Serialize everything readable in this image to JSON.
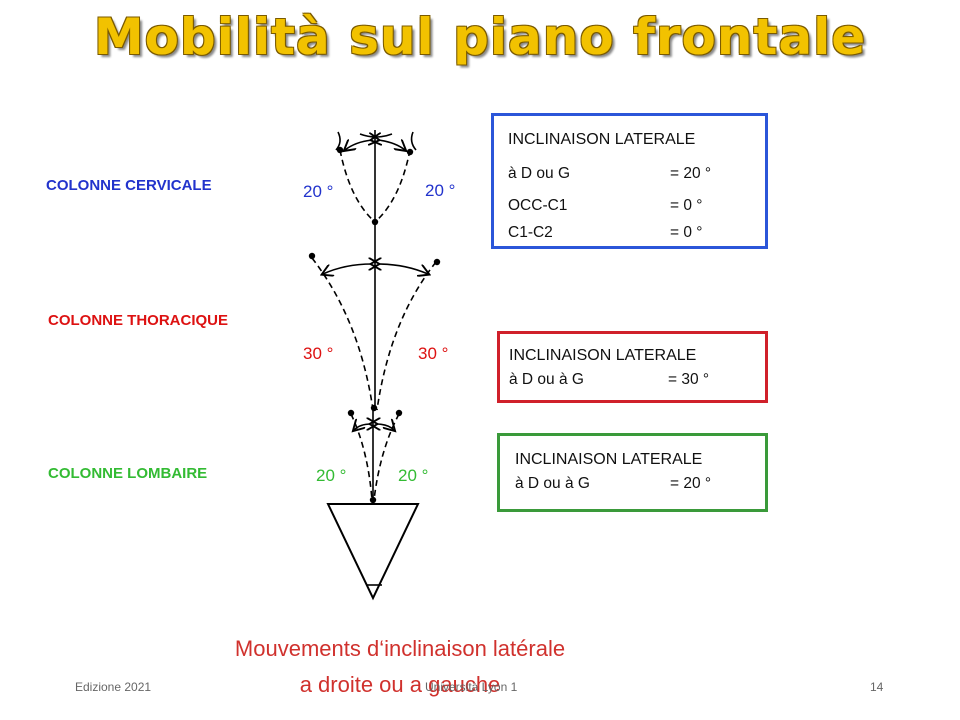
{
  "title": "Mobilità sul piano frontale",
  "segments": {
    "cervical": "COLONNE CERVICALE",
    "thoracic": "COLONNE THORACIQUE",
    "lumbar": "COLONNE LOMBAIRE"
  },
  "degrees": {
    "cervical_left": "20 °",
    "cervical_right": "20 °",
    "thoracic_left": "30 °",
    "thoracic_right": "30 °",
    "lumbar_left": "20 °",
    "lumbar_right": "20 °"
  },
  "boxes": {
    "cervical": {
      "heading": "INCLINAISON LATERALE",
      "rows": [
        {
          "label": "à D ou G",
          "value": "= 20 °"
        },
        {
          "label": "OCC-C1",
          "value": "= 0  °"
        },
        {
          "label": "C1-C2",
          "value": "= 0  °"
        }
      ],
      "color": "#2b56d9"
    },
    "thoracic": {
      "heading": "INCLINAISON LATERALE",
      "rows": [
        {
          "label": "à D ou à G",
          "value": "= 30 °"
        }
      ],
      "color": "#d0202a"
    },
    "lumbar": {
      "heading": "INCLINAISON LATERALE",
      "rows": [
        {
          "label": "à D ou à G",
          "value": "=  20 °"
        }
      ],
      "color": "#3a9a3a"
    }
  },
  "caption": {
    "line1": "Mouvements d‘inclinaison latérale",
    "line2": "a droite ou a gauche"
  },
  "footer": {
    "left": "Edizione 2021",
    "center": "Università Lyon 1",
    "page": "14"
  },
  "colors": {
    "title": "#f2c200",
    "cervical": "#2233cc",
    "thoracic": "#dd1111",
    "lumbar": "#33bb33"
  }
}
